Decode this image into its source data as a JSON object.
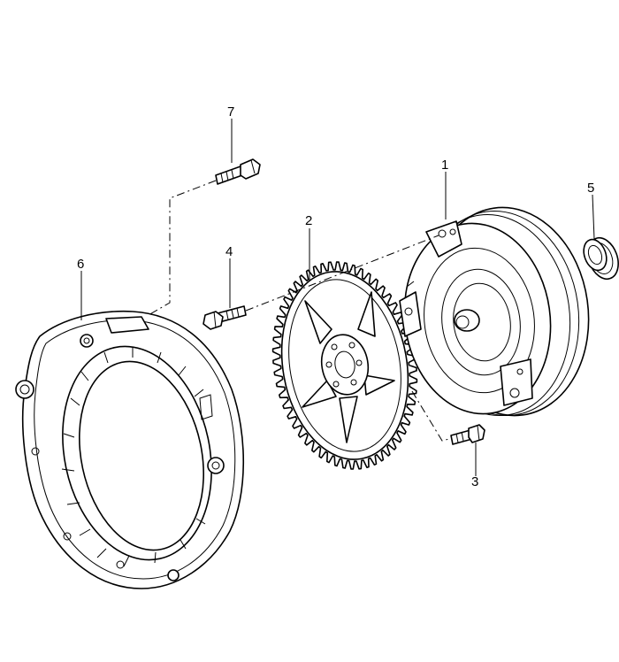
{
  "diagram": {
    "callouts": [
      {
        "id": "1",
        "label": "1"
      },
      {
        "id": "2",
        "label": "2"
      },
      {
        "id": "3",
        "label": "3"
      },
      {
        "id": "4",
        "label": "4"
      },
      {
        "id": "5",
        "label": "5"
      },
      {
        "id": "6",
        "label": "6"
      },
      {
        "id": "7",
        "label": "7"
      }
    ],
    "parts": [
      {
        "callout": "1",
        "icon": "torque-converter-icon"
      },
      {
        "callout": "2",
        "icon": "flex-plate-ring-gear-icon"
      },
      {
        "callout": "3",
        "icon": "bolt-icon"
      },
      {
        "callout": "4",
        "icon": "bolt-icon"
      },
      {
        "callout": "5",
        "icon": "seal-ring-icon"
      },
      {
        "callout": "6",
        "icon": "transmission-housing-icon"
      },
      {
        "callout": "7",
        "icon": "bolt-icon"
      }
    ]
  }
}
